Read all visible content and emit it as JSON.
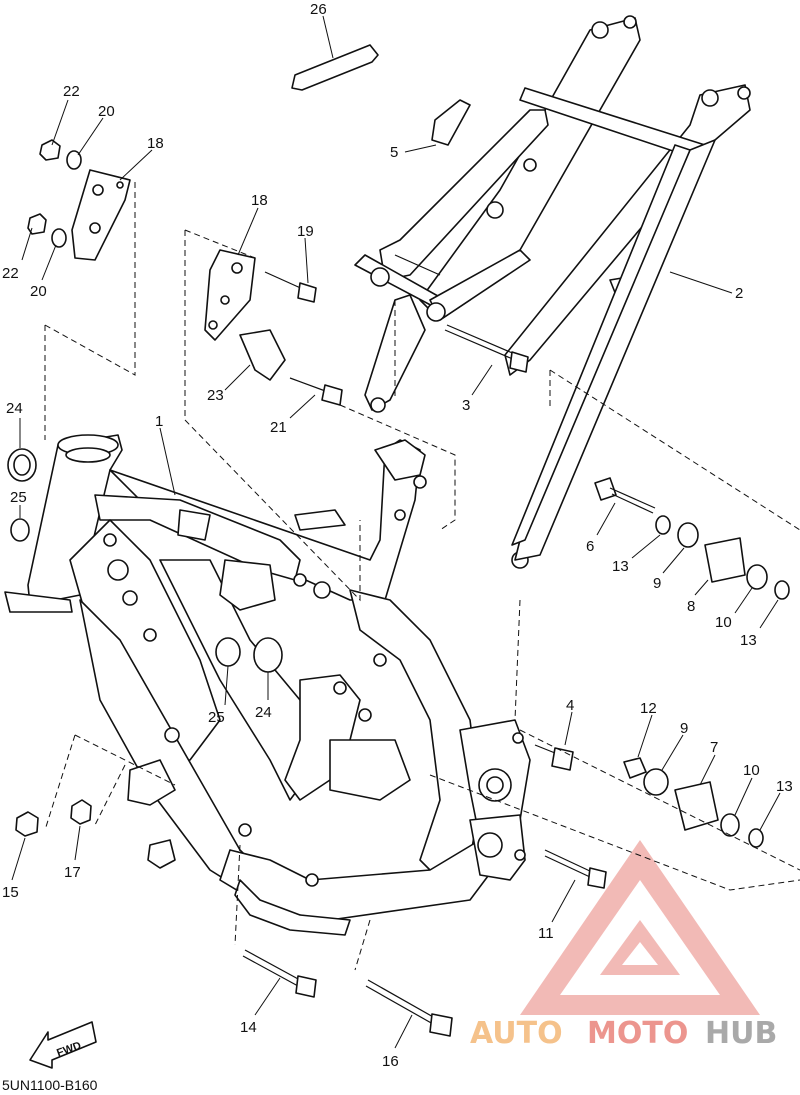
{
  "diagram": {
    "callouts": [
      {
        "id": "26",
        "label": "26"
      },
      {
        "id": "22a",
        "label": "22"
      },
      {
        "id": "20a",
        "label": "20"
      },
      {
        "id": "18a",
        "label": "18"
      },
      {
        "id": "22b",
        "label": "22"
      },
      {
        "id": "20b",
        "label": "20"
      },
      {
        "id": "5",
        "label": "5"
      },
      {
        "id": "2",
        "label": "2"
      },
      {
        "id": "18b",
        "label": "18"
      },
      {
        "id": "19",
        "label": "19"
      },
      {
        "id": "23",
        "label": "23"
      },
      {
        "id": "21",
        "label": "21"
      },
      {
        "id": "3",
        "label": "3"
      },
      {
        "id": "24a",
        "label": "24"
      },
      {
        "id": "1",
        "label": "1"
      },
      {
        "id": "25a",
        "label": "25"
      },
      {
        "id": "6",
        "label": "6"
      },
      {
        "id": "13a",
        "label": "13"
      },
      {
        "id": "9a",
        "label": "9"
      },
      {
        "id": "8",
        "label": "8"
      },
      {
        "id": "10a",
        "label": "10"
      },
      {
        "id": "13b",
        "label": "13"
      },
      {
        "id": "25b",
        "label": "25"
      },
      {
        "id": "24b",
        "label": "24"
      },
      {
        "id": "4",
        "label": "4"
      },
      {
        "id": "12",
        "label": "12"
      },
      {
        "id": "9b",
        "label": "9"
      },
      {
        "id": "7",
        "label": "7"
      },
      {
        "id": "10b",
        "label": "10"
      },
      {
        "id": "13c",
        "label": "13"
      },
      {
        "id": "15",
        "label": "15"
      },
      {
        "id": "17",
        "label": "17"
      },
      {
        "id": "11",
        "label": "11"
      },
      {
        "id": "14",
        "label": "14"
      },
      {
        "id": "16",
        "label": "16"
      }
    ],
    "fwd_label": "FWD",
    "diagram_code": "5UN1100-B160"
  },
  "watermark": {
    "part1": "AUTO",
    "part2": "MOTO",
    "part3": "HUB",
    "colors": {
      "part1": "#f4b877",
      "part2": "#e9837b",
      "part3": "#9b9b9b",
      "triangle": "#e9837b"
    }
  }
}
